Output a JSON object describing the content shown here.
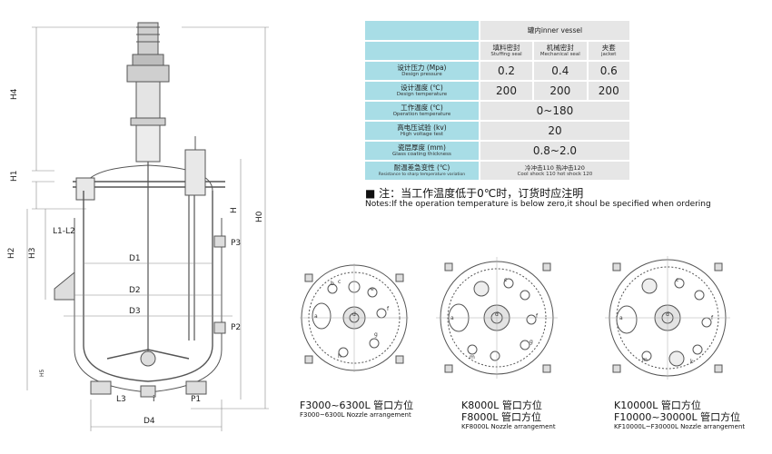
{
  "diagram": {
    "dims": {
      "h4": "H4",
      "h1": "H1",
      "h2": "H2",
      "h3": "H3",
      "h": "H",
      "h0": "H0",
      "l1l2": "L1-L2",
      "d1": "D1",
      "d2": "D2",
      "d3": "D3",
      "d4": "D4",
      "l3": "L3",
      "i": "i",
      "p1": "P1",
      "p2": "P2",
      "p3": "P3",
      "h5": "H5"
    },
    "nozzle_letters": [
      "a",
      "b",
      "c",
      "d",
      "e",
      "f",
      "g",
      "h",
      "k",
      "m"
    ]
  },
  "table": {
    "header_top": "罐内inner vessel",
    "sub_headers": [
      {
        "cn": "填料密封",
        "en": "Stuffing seal"
      },
      {
        "cn": "机械密封",
        "en": "Mechanical seal"
      },
      {
        "cn": "夹套",
        "en": "jacket"
      }
    ],
    "rows": [
      {
        "cn": "设计压力",
        "unit": "(Mpa)",
        "en": "Design pressure",
        "values": [
          "0.2",
          "0.4",
          "0.6"
        ]
      },
      {
        "cn": "设计温度",
        "unit": "(℃)",
        "en": "Design temperature",
        "values": [
          "200",
          "200",
          "200"
        ]
      },
      {
        "cn": "工作温度",
        "unit": "(℃)",
        "en": "Operation temperature",
        "merged": "0~180"
      },
      {
        "cn": "高电压试验",
        "unit": "(kv)",
        "en": "High voltage test",
        "merged": "20"
      },
      {
        "cn": "瓷层厚度",
        "unit": "(mm)",
        "en": "Glass coating thickness",
        "merged": "0.8~2.0"
      },
      {
        "cn": "耐温差急变性",
        "unit": "(℃)",
        "en": "Resistance to sharp temperature variation",
        "merged_cn": "冷冲击110  热冲击120",
        "merged_en": "Cool shock 110 hot shock 120"
      }
    ]
  },
  "note": {
    "cn": "■ 注：当工作温度低于0℃时，订货时应注明",
    "en": "Notes:If the operation temperature is below zero,it shoul be specified when ordering"
  },
  "captions": [
    {
      "cn": "F3000~6300L 管口方位",
      "en": "F3000~6300L Nozzle arrangement"
    },
    {
      "cn": "K8000L 管口方位",
      "cn2": "F8000L 管口方位",
      "en": "KF8000L Nozzle arrangement"
    },
    {
      "cn": "K10000L 管口方位",
      "cn2": "F10000~30000L 管口方位",
      "en": "KF10000L~F30000L Nozzle arrangement"
    }
  ]
}
